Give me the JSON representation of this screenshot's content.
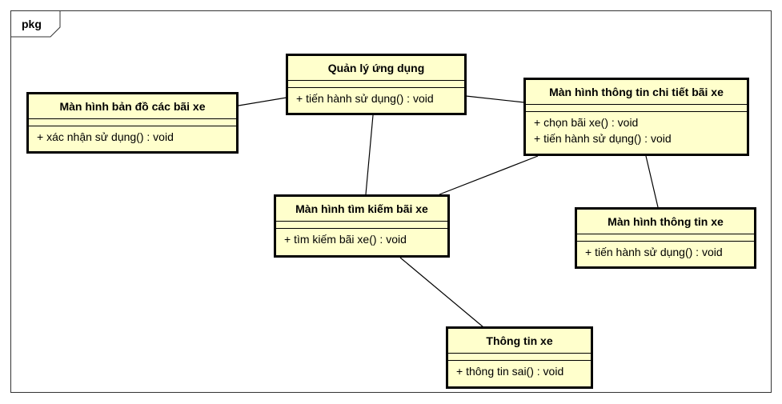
{
  "diagram": {
    "package_label": "pkg",
    "classes": [
      {
        "id": "quan-ly",
        "name": "Quản lý ứng dụng",
        "operations": [
          "+ tiến hành sử dụng() : void"
        ]
      },
      {
        "id": "ban-do",
        "name": "Màn hình bản đồ các bãi xe",
        "operations": [
          "+ xác nhận sử dụng() : void"
        ]
      },
      {
        "id": "chi-tiet",
        "name": "Màn hình thông tin chi tiết bãi xe",
        "operations": [
          "+ chọn bãi xe() : void",
          "+ tiến hành sử dụng() : void"
        ]
      },
      {
        "id": "tim-kiem",
        "name": "Màn hình tìm kiếm bãi xe",
        "operations": [
          "+ tìm kiếm bãi xe() : void"
        ]
      },
      {
        "id": "thong-tin-xe-screen",
        "name": "Màn hình thông tin xe",
        "operations": [
          "+ tiến hành sử dụng() : void"
        ]
      },
      {
        "id": "thong-tin-xe",
        "name": "Thông tin xe",
        "operations": [
          "+ thông tin sai() : void"
        ]
      }
    ],
    "associations": [
      {
        "from": "quan-ly",
        "to": "ban-do"
      },
      {
        "from": "quan-ly",
        "to": "chi-tiet"
      },
      {
        "from": "quan-ly",
        "to": "tim-kiem"
      },
      {
        "from": "chi-tiet",
        "to": "tim-kiem"
      },
      {
        "from": "chi-tiet",
        "to": "thong-tin-xe-screen"
      },
      {
        "from": "tim-kiem",
        "to": "thong-tin-xe"
      }
    ]
  }
}
